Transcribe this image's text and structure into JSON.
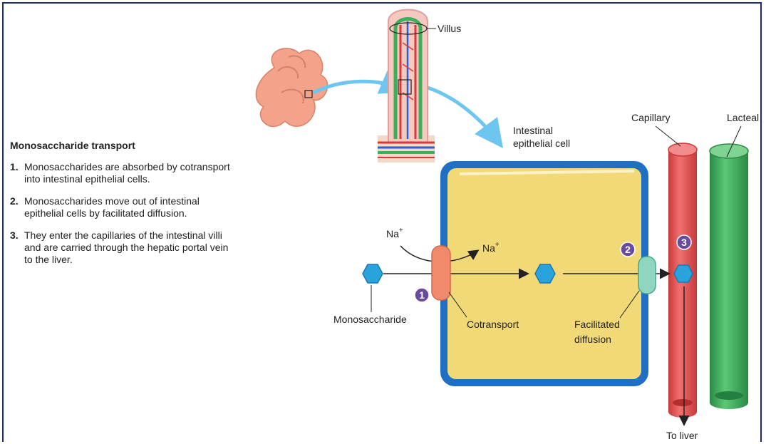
{
  "legend": {
    "title": "Monosaccharide transport",
    "steps": [
      {
        "num": "1.",
        "text": "Monosaccharides are absorbed by cotransport into intestinal epithelial cells."
      },
      {
        "num": "2.",
        "text": "Monosaccharides move out of intestinal epithelial cells by facilitated diffusion."
      },
      {
        "num": "3.",
        "text": "They enter the capillaries of the intestinal villi and are carried through the hepatic portal vein to the liver."
      }
    ]
  },
  "labels": {
    "villus": "Villus",
    "intestinal_cell_line1": "Intestinal",
    "intestinal_cell_line2": "epithelial cell",
    "capillary": "Capillary",
    "lacteal": "Lacteal",
    "na": "Na",
    "na_sup": "+",
    "monosaccharide": "Monosaccharide",
    "cotransport": "Cotransport",
    "facilitated_line1": "Facilitated",
    "facilitated_line2": "diffusion",
    "to_liver": "To liver"
  },
  "markers": [
    "1",
    "2",
    "3"
  ],
  "colors": {
    "frame": "#1d2a78",
    "cell_fill": "#f2d977",
    "cell_border": "#1f6fc4",
    "capillary": "#e85a5a",
    "lacteal": "#3fae5a",
    "molecule": "#2aa3dd",
    "cotransporter": "#f08a6a",
    "facilitated_channel": "#8fd6c0",
    "marker": "#6a4a9e",
    "arrow": "#6cc6f0"
  }
}
